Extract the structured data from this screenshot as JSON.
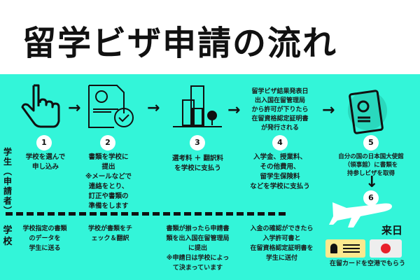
{
  "title": "留学ビザ申請の流れ",
  "labels": {
    "student": "学生\n︵\n申\n請\n者\n︶",
    "school": "学\n校"
  },
  "steps": [
    {
      "num": "1",
      "text": "学校を選んで\n申し込み",
      "icon": "pointing-hand-icon"
    },
    {
      "num": "2",
      "text": "書類を学校に\n提出\n※メールなどで\n連絡をとり、\n訂正や書類の\n準備をします",
      "icon": "document-check-icon"
    },
    {
      "num": "3",
      "text": "選考料 ＋ 翻訳料\nを学校に支払う",
      "icon": "buildings-icon"
    },
    {
      "num": "4",
      "pre": "留学ビザ結果発表日\n出入国在留管理局\nから許可が下りたら\n在留資格認定証明書\nが発行される",
      "text": "入学金、授業料、\nその他費用、\n留学生保険料\nなどを学校に支払う"
    },
    {
      "num": "5",
      "text": "自分の国の日本国大使館\n（領事館）に書類を\n持参しビザを取得",
      "icon": "passport-icon"
    },
    {
      "num": "6"
    }
  ],
  "school": [
    "学校指定の書類\nのデータを\n学生に送る",
    "学校が書類をチ\nェック＆翻訳",
    "書類が揃ったら申請書\n類を出入国在留管理局\nに提出\n※申請日は学校によっ\nて決まっています",
    "入金の確認ができたら\n入学許可書と\n在留資格認定証明書を\n学生に送付"
  ],
  "arrival": {
    "title": "来日",
    "caption": "在留カードを空港でもらう"
  },
  "colors": {
    "band": "#33f5d9",
    "card": "#fbe98f",
    "flag": "#e8202a"
  }
}
